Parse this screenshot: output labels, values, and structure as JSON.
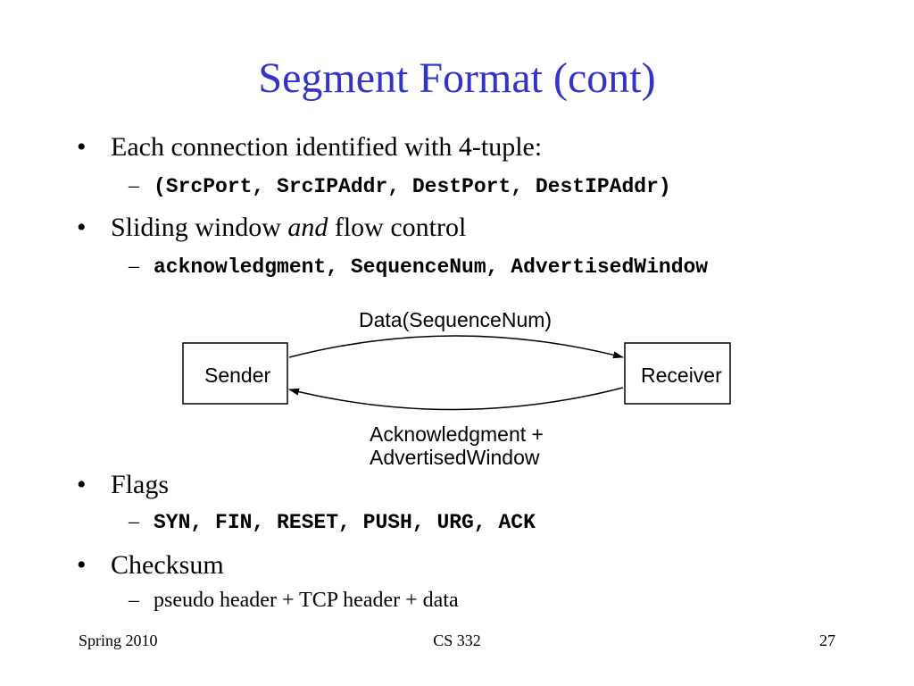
{
  "slide": {
    "title": "Segment Format (cont)",
    "title_color": "#3333cc",
    "bullets": [
      {
        "text": "Each connection identified with 4-tuple:",
        "sub": "(SrcPort, SrcIPAddr, DestPort, DestIPAddr)"
      },
      {
        "text_before": "Sliding window ",
        "text_em": "and",
        "text_after": " flow control",
        "sub": "acknowledgment, SequenceNum, AdvertisedWindow"
      },
      {
        "text": "Flags",
        "sub": "SYN, FIN, RESET, PUSH, URG, ACK"
      },
      {
        "text": "Checksum",
        "sub": "pseudo header + TCP header + data"
      }
    ],
    "bullet_symbol": "•",
    "dash_symbol": "–"
  },
  "diagram": {
    "sender_label": "Sender",
    "receiver_label": "Receiver",
    "top_arrow_label": "Data(SequenceNum)",
    "bottom_arrow_label_line1": "Acknowledgment +",
    "bottom_arrow_label_line2": "AdvertisedWindow"
  },
  "footer": {
    "left": "Spring 2010",
    "center": "CS 332",
    "right": "27"
  }
}
